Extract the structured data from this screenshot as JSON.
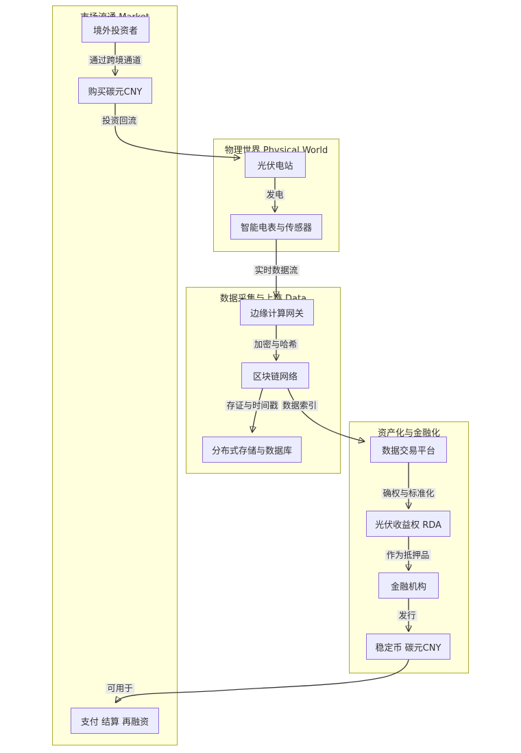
{
  "diagram": {
    "type": "flowchart",
    "subgraphs": {
      "market": {
        "title": "市场流通 Market"
      },
      "physical": {
        "title": "物理世界 Physical World"
      },
      "data": {
        "title": "数据采集与上链 Data"
      },
      "finance": {
        "title": "资产化与金融化"
      }
    },
    "nodes": {
      "investor": "境外投资者",
      "buy": "购买碳元CNY",
      "pay": "支付 结算 再融资",
      "pv": "光伏电站",
      "meter": "智能电表与传感器",
      "gateway": "边缘计算网关",
      "blockchain": "区块链网络",
      "storage": "分布式存储与数据库",
      "platform": "数据交易平台",
      "rda": "光伏收益权 RDA",
      "bank": "金融机构",
      "stablecoin": "稳定币 碳元CNY"
    },
    "edge_labels": {
      "channel": "通过跨境通道",
      "reflow": "投资回流",
      "generate": "发电",
      "stream": "实时数据流",
      "hash": "加密与哈希",
      "timestamp": "存证与时间戳",
      "index": "数据索引",
      "standard": "确权与标准化",
      "collateral": "作为抵押品",
      "issue": "发行",
      "usable": "可用于"
    },
    "edges": [
      {
        "from": "investor",
        "to": "buy",
        "label": "通过跨境通道"
      },
      {
        "from": "buy",
        "to": "pv",
        "label": "投资回流"
      },
      {
        "from": "pv",
        "to": "meter",
        "label": "发电"
      },
      {
        "from": "meter",
        "to": "gateway",
        "label": "实时数据流"
      },
      {
        "from": "gateway",
        "to": "blockchain",
        "label": "加密与哈希"
      },
      {
        "from": "blockchain",
        "to": "storage",
        "label": "存证与时间戳"
      },
      {
        "from": "blockchain",
        "to": "platform",
        "label": "数据索引"
      },
      {
        "from": "platform",
        "to": "rda",
        "label": "确权与标准化"
      },
      {
        "from": "rda",
        "to": "bank",
        "label": "作为抵押品"
      },
      {
        "from": "bank",
        "to": "stablecoin",
        "label": "发行"
      },
      {
        "from": "stablecoin",
        "to": "pay",
        "label": "可用于"
      }
    ],
    "colors": {
      "node_fill": "#ECECFF",
      "node_border": "#9370DB",
      "subgraph_fill": "#FFFFDE",
      "subgraph_border": "#AAAA33",
      "edge_stroke": "#333333",
      "edge_label_bg": "#E8E8E8",
      "text": "#333333"
    }
  }
}
